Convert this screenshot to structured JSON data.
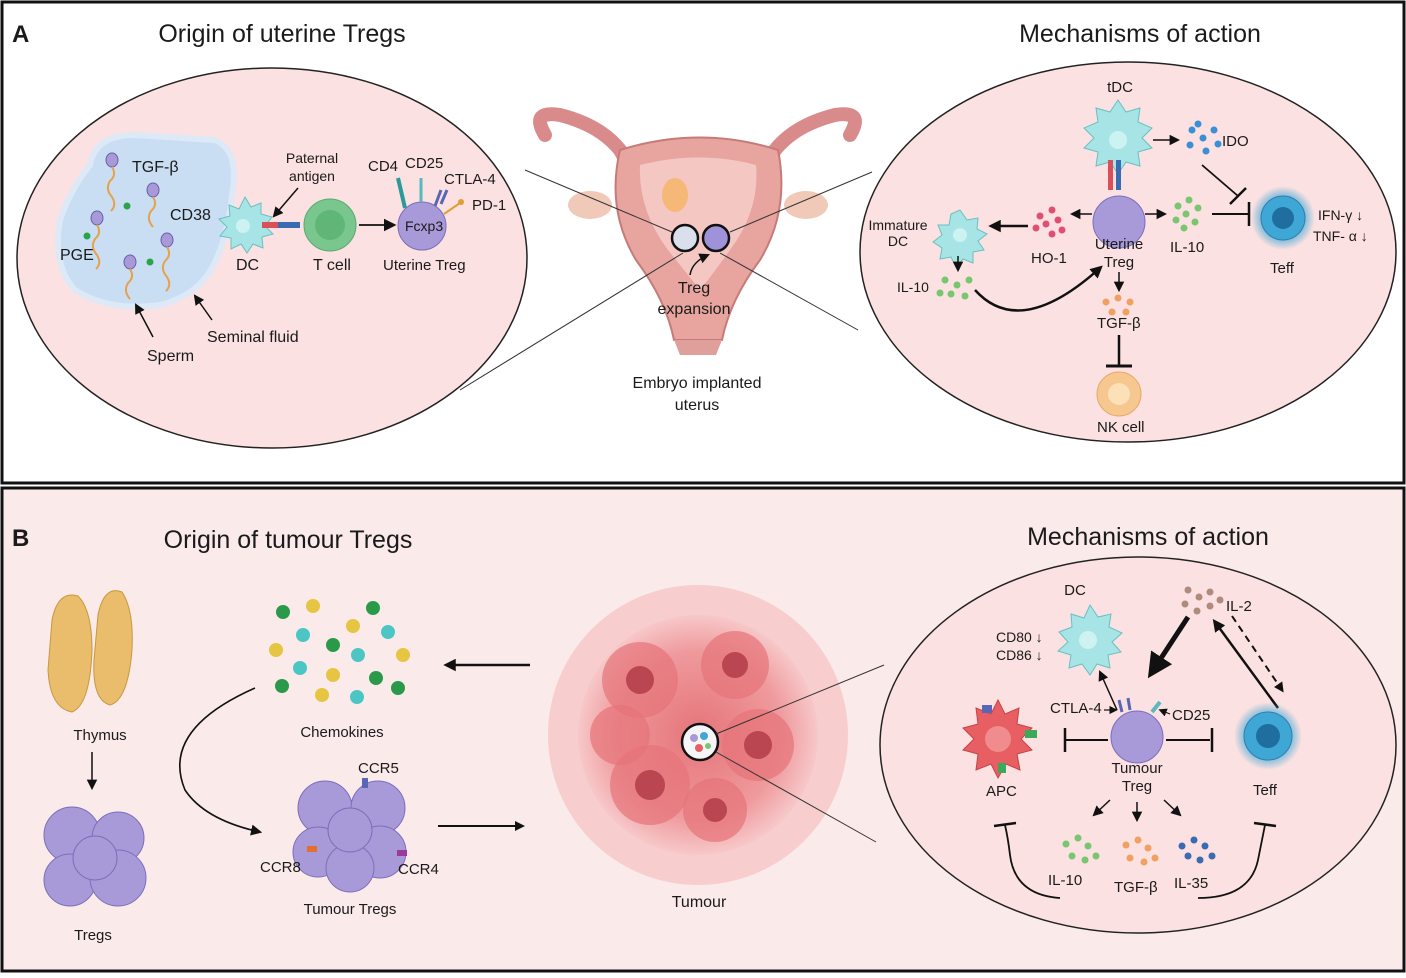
{
  "panel_a": {
    "letter": "A",
    "left_title": "Origin of uterine Tregs",
    "right_title": "Mechanisms of action",
    "origin_labels": {
      "tgfb": "TGF-β",
      "cd38": "CD38",
      "pge": "PGE",
      "dc": "DC",
      "paternal_antigen_1": "Paternal",
      "paternal_antigen_2": "antigen",
      "t_cell": "T cell",
      "cd4": "CD4",
      "cd25": "CD25",
      "ctla4": "CTLA-4",
      "pd1": "PD-1",
      "foxp3": "Fcxp3",
      "uterine_treg": "Uterine Treg",
      "sperm": "Sperm",
      "seminal_fluid": "Seminal fluid"
    },
    "center_labels": {
      "treg_expansion_1": "Treg",
      "treg_expansion_2": "expansion",
      "uterus_1": "Embryo implanted",
      "uterus_2": "uterus"
    },
    "mechanism_labels": {
      "tdc": "tDC",
      "ido": "IDO",
      "immature_dc_1": "Immature",
      "immature_dc_2": "DC",
      "ho1": "HO-1",
      "uterine_treg_1": "Uterine",
      "uterine_treg_2": "Treg",
      "il10_right": "IL-10",
      "il10_left": "IL-10",
      "ifng": "IFN-γ ↓",
      "tnfa": "TNF- α ↓",
      "teff": "Teff",
      "tgfb": "TGF-β",
      "nk_cell": "NK cell"
    }
  },
  "panel_b": {
    "letter": "B",
    "left_title": "Origin of tumour Tregs",
    "right_title": "Mechanisms of action",
    "origin_labels": {
      "thymus": "Thymus",
      "tregs": "Tregs",
      "chemokines": "Chemokines",
      "ccr5": "CCR5",
      "ccr8": "CCR8",
      "ccr4": "CCR4",
      "tumour_tregs": "Tumour Tregs",
      "tumour": "Tumour"
    },
    "mechanism_labels": {
      "dc": "DC",
      "cd80": "CD80 ↓",
      "cd86": "CD86 ↓",
      "il2": "IL-2",
      "ctla4": "CTLA-4",
      "cd25": "CD25",
      "tumour_treg_1": "Tumour",
      "tumour_treg_2": "Treg",
      "apc": "APC",
      "teff": "Teff",
      "il10": "IL-10",
      "tgfb": "TGF-β",
      "il35": "IL-35"
    }
  },
  "colors": {
    "ellipse_fill": "#fbe1e1",
    "panel_b_fill": "#fbeaea",
    "treg": "#a89ad8",
    "dc": "#a6e4e6",
    "t_cell": "#79c78f",
    "teff": "#3fa7d6",
    "apc": "#e75f63",
    "thymus": "#e9bd6b",
    "tumour": "#e9858a",
    "il10": "#78c66f",
    "ho1": "#e04f72",
    "ido": "#3a8fd6",
    "tgfb": "#f0a060",
    "il35": "#3a6ab0",
    "il2": "#b08a7c",
    "nk": "#f6c890"
  }
}
